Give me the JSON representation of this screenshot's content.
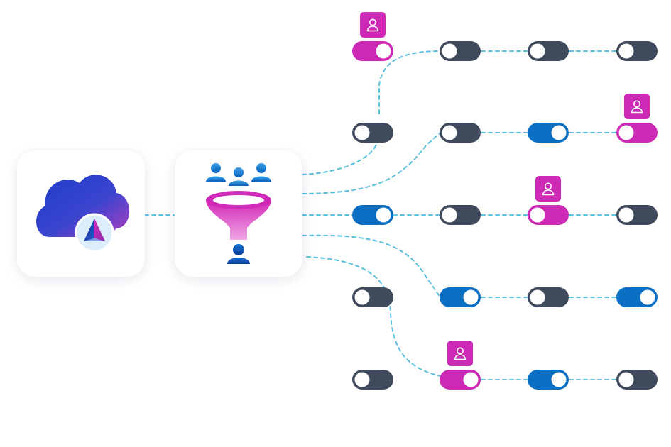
{
  "colors": {
    "background": "#ffffff",
    "card": "#ffffff",
    "connector": "#5bc0de",
    "toggle_off": "#3f4a5c",
    "toggle_on_blue": "#0a6fc2",
    "toggle_on_magenta": "#cc2ab5",
    "user_badge": "#cc2ab5",
    "knob": "#ffffff"
  },
  "source": {
    "icon": "cloud-with-prism-icon"
  },
  "filter": {
    "icon": "audience-funnel-icon",
    "input_group": "user-group-icon",
    "output_person": "single-user-icon"
  },
  "toggles": [
    {
      "row": 1,
      "col": 1,
      "state": "on",
      "color": "magenta",
      "badge": true
    },
    {
      "row": 1,
      "col": 2,
      "state": "off",
      "color": "dark",
      "badge": false
    },
    {
      "row": 1,
      "col": 3,
      "state": "off",
      "color": "dark",
      "badge": false
    },
    {
      "row": 1,
      "col": 4,
      "state": "off",
      "color": "dark",
      "badge": false
    },
    {
      "row": 2,
      "col": 1,
      "state": "off",
      "color": "dark",
      "badge": false
    },
    {
      "row": 2,
      "col": 2,
      "state": "off",
      "color": "dark",
      "badge": false
    },
    {
      "row": 2,
      "col": 3,
      "state": "on",
      "color": "blue",
      "badge": false
    },
    {
      "row": 2,
      "col": 4,
      "state": "off",
      "color": "magenta",
      "badge": true
    },
    {
      "row": 3,
      "col": 1,
      "state": "on",
      "color": "blue",
      "badge": false
    },
    {
      "row": 3,
      "col": 2,
      "state": "off",
      "color": "dark",
      "badge": false
    },
    {
      "row": 3,
      "col": 3,
      "state": "off",
      "color": "magenta",
      "badge": true
    },
    {
      "row": 3,
      "col": 4,
      "state": "off",
      "color": "dark",
      "badge": false
    },
    {
      "row": 4,
      "col": 1,
      "state": "off",
      "color": "dark",
      "badge": false
    },
    {
      "row": 4,
      "col": 2,
      "state": "on",
      "color": "blue",
      "badge": false
    },
    {
      "row": 4,
      "col": 3,
      "state": "off",
      "color": "dark",
      "badge": false
    },
    {
      "row": 4,
      "col": 4,
      "state": "on",
      "color": "blue",
      "badge": false
    },
    {
      "row": 5,
      "col": 1,
      "state": "off",
      "color": "dark",
      "badge": false
    },
    {
      "row": 5,
      "col": 2,
      "state": "on",
      "color": "magenta",
      "badge": true
    },
    {
      "row": 5,
      "col": 3,
      "state": "on",
      "color": "blue",
      "badge": false
    },
    {
      "row": 5,
      "col": 4,
      "state": "off",
      "color": "dark",
      "badge": false
    }
  ],
  "badge_icon": "user-outline-icon"
}
